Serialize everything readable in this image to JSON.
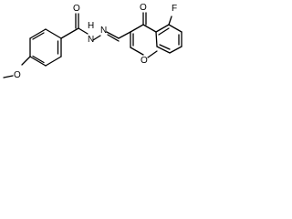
{
  "molecule": {
    "atoms": {
      "o_carbonyl_amide": "O",
      "n_hydrazide_1": "N",
      "n_hydrazide_h": "H",
      "n_imine": "N",
      "o_carbonyl_chromone": "O",
      "f_substituent": "F",
      "o_methoxy": "O",
      "o_pyran_ring": "O"
    },
    "colors": {
      "ink": "#000000",
      "background": "#ffffff"
    }
  }
}
